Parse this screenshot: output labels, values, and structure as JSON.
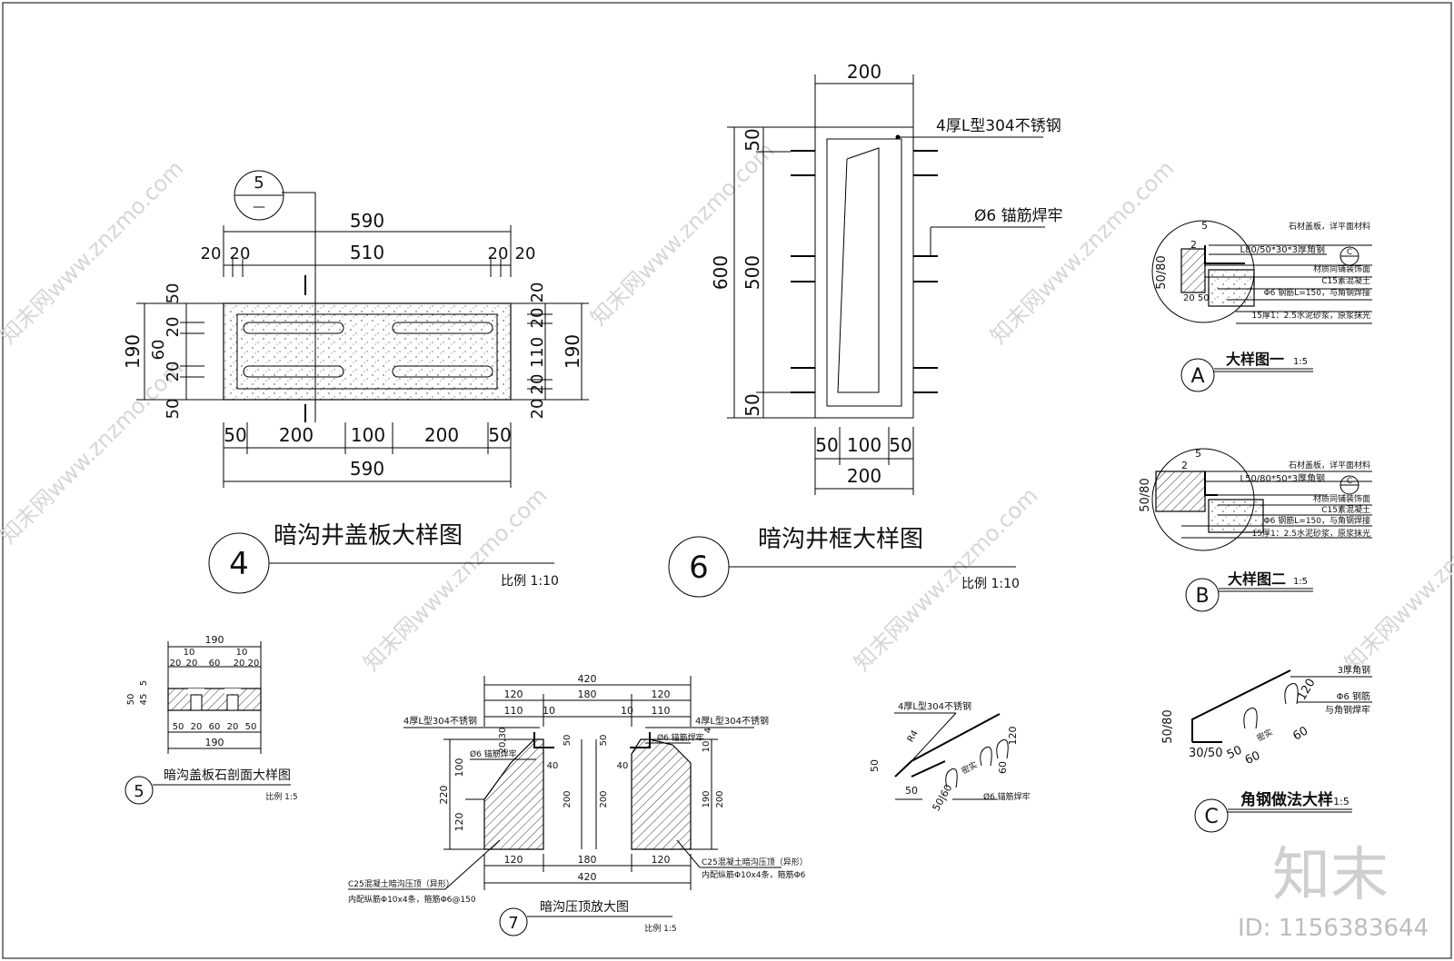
{
  "watermark": {
    "text": "知末网www.znzmo.com",
    "logo": "知末",
    "id_label": "ID: 1156383644"
  },
  "d4": {
    "num": "4",
    "title": "暗沟井盖板大样图",
    "scale": "比例 1:10",
    "callout_top": "5",
    "callout_bottom": "—",
    "top_total": "590",
    "top_mid": "510",
    "d20a": "20",
    "d20b": "20",
    "d20c": "20",
    "d20d": "20",
    "bot_50a": "50",
    "bot_200a": "200",
    "bot_100": "100",
    "bot_200b": "200",
    "bot_50b": "50",
    "bot_total": "590",
    "l_50a": "50",
    "l_20a": "20",
    "l_60": "60",
    "l_20b": "20",
    "l_50b": "50",
    "l_190": "190",
    "r_20a": "20",
    "r_20b": "20",
    "r_110": "110",
    "r_20c": "20",
    "r_20d": "20",
    "r_190": "190"
  },
  "d6": {
    "num": "6",
    "title": "暗沟井框大样图",
    "scale": "比例 1:10",
    "top": "200",
    "left_total": "600",
    "left_50a": "50",
    "left_500": "500",
    "left_50b": "50",
    "b_50a": "50",
    "b_100": "100",
    "b_50b": "50",
    "b_total": "200",
    "note1": "4厚L型304不锈钢",
    "note2": "Ø6 锚筋焊牢"
  },
  "d5": {
    "num": "5",
    "title": "暗沟盖板石剖面大样图",
    "scale": "比例 1:5",
    "top": "190",
    "t10a": "10",
    "t10b": "10",
    "t20a": "20",
    "t20b": "20",
    "t60": "60",
    "t20c": "20",
    "t20d": "20",
    "b50a": "50",
    "b20a": "20",
    "b60": "60",
    "b20b": "20",
    "b50b": "50",
    "btot": "190",
    "l50": "50",
    "l45": "45",
    "l5": "5"
  },
  "d7": {
    "num": "7",
    "title": "暗沟压顶放大图",
    "scale": "比例 1:5",
    "top420": "420",
    "t120a": "120",
    "t180": "180",
    "t120b": "120",
    "t110a": "110",
    "t10a": "10",
    "t10b": "10",
    "t110b": "110",
    "b120a": "120",
    "b180": "180",
    "b120b": "120",
    "b420": "420",
    "l220": "220",
    "l100": "100",
    "l120": "120",
    "l2030": "20,30",
    "m40a": "40",
    "m50a": "50",
    "m200a": "200",
    "m200b": "200",
    "m50b": "50",
    "m40b": "40",
    "r190": "190",
    "r200": "200",
    "r10": "10",
    "r4": "4",
    "note_l1": "4厚L型304不锈钢",
    "note_l2": "Ø6 锚筋焊牢",
    "note_r1": "4厚L型304不锈钢",
    "note_r2": "Ø6 锚筋焊牢",
    "c25_l": "C25混凝土暗沟压顶（异形）",
    "rebar_l": "内配纵筋Φ10x4条，箍筋Φ6@150",
    "c25_r": "C25混凝土暗沟压顶（异形）",
    "rebar_r": "内配纵筋Φ10x4条，箍筋Φ6"
  },
  "da": {
    "label": "A",
    "title": "大样图一",
    "scale": "1:5",
    "dim": "50/80",
    "d5": "5",
    "d2": "2",
    "d2050": "20 50",
    "n1": "石材盖板，详平面材料",
    "n2": "L80/50*30*3厚角钢",
    "n3": "材质同铺装饰面",
    "n4": "C15素混凝土",
    "n5": "Φ6 钢筋L=150，与角钢焊接",
    "n6": "15厚1：2.5水泥砂浆，原浆抹光",
    "ref": "C"
  },
  "db": {
    "label": "B",
    "title": "大样图二",
    "scale": "1:5",
    "dim": "50/80",
    "d5": "5",
    "d2": "2",
    "n1": "石材盖板，详平面材料",
    "n2": "L50/80*50*3厚角钢",
    "n3": "材质同铺装饰面",
    "n4": "C15素混凝土",
    "n5": "Φ6 钢筋L=150，与角钢焊接",
    "n6": "15厚1：2.5水泥砂浆，原浆抹光",
    "ref": "C"
  },
  "dmid": {
    "note1": "4厚L型304不锈钢",
    "note2": "Ø6 锚筋焊牢",
    "d50": "50",
    "d50b": "50",
    "d5060": "50|60",
    "d120": "120",
    "d60": "60",
    "dR4": "R4",
    "mid": "密实"
  },
  "dc": {
    "label": "C",
    "title": "角钢做法大样",
    "scale": "1:5",
    "dim": "50/80",
    "d3050": "30/50",
    "d50": "50",
    "d60a": "60",
    "d120": "120",
    "d60b": "60",
    "n1": "3厚角钢",
    "n2": "Φ6 钢筋",
    "n3": "与角钢焊牢",
    "mid": "密实"
  }
}
